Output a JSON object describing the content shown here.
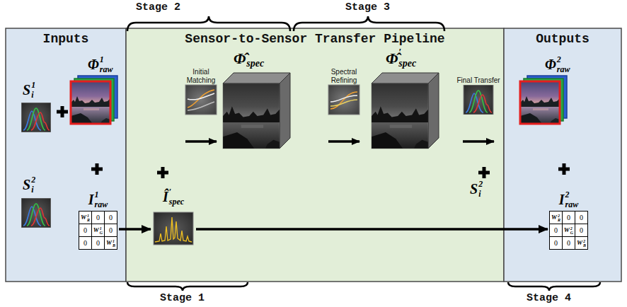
{
  "diagram": {
    "nodes": [
      {
        "text": [
          "Inputs"
        ]
      },
      {
        "text": [
          "I",
          "1",
          "raw",
          "W",
          "1",
          "R",
          "0",
          "0",
          "0",
          "W",
          "1",
          "G",
          "0",
          "0",
          "0",
          "W",
          "1",
          "B"
        ],
        "in": 0
      },
      {
        "text": [
          "Sensor-to-Sensor Transfer Pipeline"
        ]
      },
      {
        "text": [
          "Initial Matching"
        ],
        "in": 2
      },
      {
        "text": [
          "Spectral Refining"
        ],
        "in": 2
      },
      {
        "text": [
          "Final Transfer"
        ],
        "in": 2
      },
      {
        "text": [
          "Î",
          "′",
          "spec"
        ],
        "in": 2
      },
      {
        "text": [
          "Outputs"
        ]
      },
      {
        "text": [
          "I",
          "2",
          "raw",
          "W",
          "2",
          "R",
          "0",
          "0",
          "0",
          "W",
          "2",
          "G",
          "0",
          "0",
          "0",
          "W",
          "2",
          "B"
        ],
        "in": 7
      }
    ],
    "edges": [
      {
        "from": 1,
        "to": 6,
        "arrow": "to"
      },
      {
        "from": 6,
        "to": 8,
        "arrow": "to"
      }
    ],
    "labels": [
      "Stage 2",
      "Stage 3",
      "Stage 1",
      "Stage 4",
      "S",
      "1",
      "i",
      "Φ",
      "1",
      "raw",
      "S",
      "2",
      "i",
      "Φ̂",
      "spec",
      "Φ̂",
      "′",
      "spec",
      "S",
      "2",
      "i",
      "Φ",
      "2",
      "raw"
    ]
  }
}
